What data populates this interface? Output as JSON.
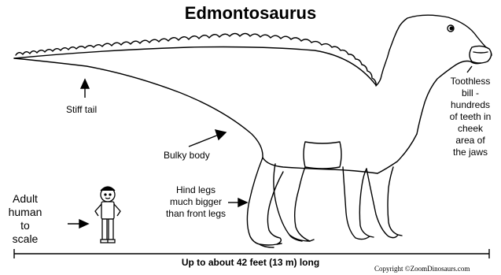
{
  "title": "Edmontosaurus",
  "labels": {
    "toothless": [
      "Toothless",
      "bill -",
      "hundreds",
      "of teeth in",
      "cheek",
      "area of",
      "the jaws"
    ],
    "stiff_tail": "Stiff tail",
    "bulky_body": "Bulky body",
    "hind_legs": [
      "Hind legs",
      "much bigger",
      "than front legs"
    ],
    "adult_human": [
      "Adult",
      "human to",
      "scale"
    ],
    "length": "Up to about 42 feet (13 m) long",
    "copyright": "Copyright ©ZoomDinosaurs.com"
  },
  "colors": {
    "line": "#000000",
    "background": "#ffffff"
  }
}
